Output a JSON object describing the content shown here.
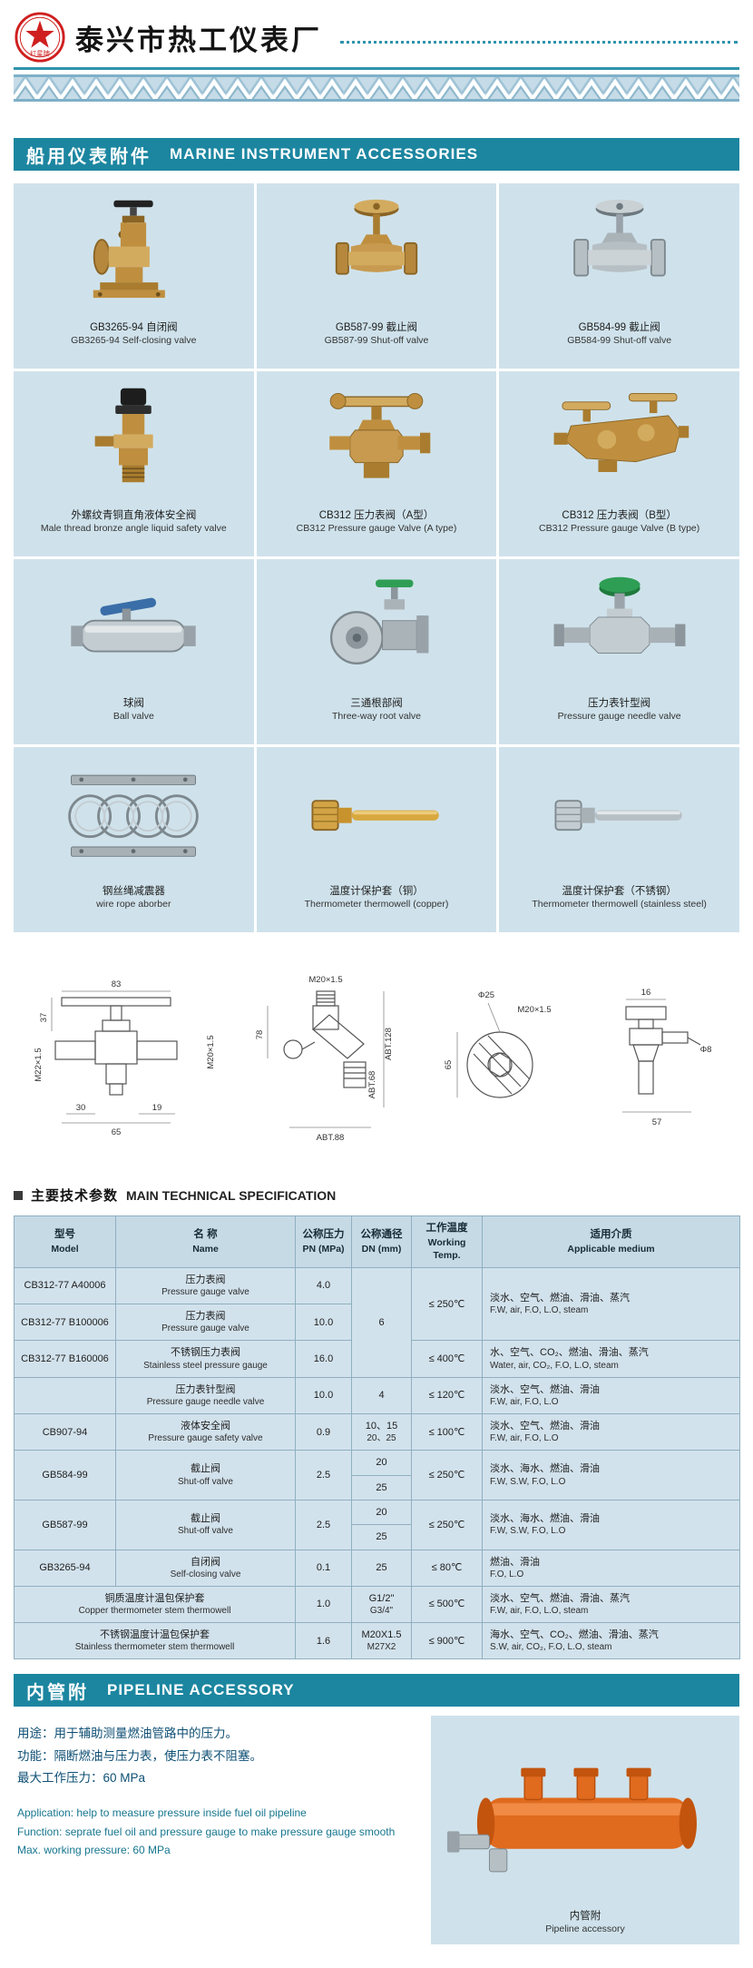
{
  "header": {
    "brand": "红星牌",
    "company": "泰兴市热工仪表厂"
  },
  "sections": {
    "marine": {
      "cn": "船用仪表附件",
      "en": "MARINE INSTRUMENT ACCESSORIES"
    },
    "spec": {
      "cn": "主要技术参数",
      "en": "MAIN TECHNICAL SPECIFICATION"
    },
    "pipeline": {
      "cn": "内管附",
      "en": "PIPELINE ACCESSORY"
    }
  },
  "colors": {
    "teal_bar": "#1c86a0",
    "panel_blue": "#cfe2eb",
    "logo_red": "#cf1f1f",
    "pipeline_orange": "#e06a1e"
  },
  "products": [
    {
      "icon": "self-closing-valve",
      "cn": "GB3265-94 自闭阀",
      "en": "GB3265-94 Self-closing valve"
    },
    {
      "icon": "shut-off-valve-brass",
      "cn": "GB587-99 截止阀",
      "en": "GB587-99 Shut-off valve"
    },
    {
      "icon": "shut-off-valve-steel",
      "cn": "GB584-99 截止阀",
      "en": "GB584-99 Shut-off valve"
    },
    {
      "icon": "angle-safety-valve",
      "cn": "外螺纹青铜直角液体安全阀",
      "en": "Male thread bronze angle liquid safety valve"
    },
    {
      "icon": "gauge-valve-a",
      "cn": "CB312 压力表阀（A型）",
      "en": "CB312 Pressure gauge Valve (A type)"
    },
    {
      "icon": "gauge-valve-b",
      "cn": "CB312 压力表阀（B型）",
      "en": "CB312 Pressure gauge Valve (B type)"
    },
    {
      "icon": "ball-valve",
      "cn": "球阀",
      "en": "Ball valve"
    },
    {
      "icon": "three-way-root-valve",
      "cn": "三通根部阀",
      "en": "Three-way root valve"
    },
    {
      "icon": "needle-valve",
      "cn": "压力表针型阀",
      "en": "Pressure gauge needle valve"
    },
    {
      "icon": "wire-rope-damper",
      "cn": "钢丝绳减震器",
      "en": "wire rope aborber"
    },
    {
      "icon": "thermowell-copper",
      "cn": "温度计保护套（铜）",
      "en": "Thermometer thermowell (copper)"
    },
    {
      "icon": "thermowell-steel",
      "cn": "温度计保护套（不锈钢）",
      "en": "Thermometer thermowell (stainless steel)"
    }
  ],
  "drawings": [
    {
      "labels": [
        "83",
        "37",
        "M22×1.5",
        "M20×1.5",
        "30",
        "65",
        "19"
      ]
    },
    {
      "labels": [
        "M20×1.5",
        "78",
        "ABT.128",
        "ABT.68",
        "ABT.88"
      ]
    },
    {
      "labels": [
        "Φ25",
        "M20×1.5",
        "65"
      ]
    },
    {
      "labels": [
        "16",
        "Φ8",
        "57"
      ]
    }
  ],
  "table": {
    "headers": [
      {
        "cn": "型号",
        "en": "Model"
      },
      {
        "cn": "名  称",
        "en": "Name"
      },
      {
        "cn": "公称压力",
        "en": "PN (MPa)"
      },
      {
        "cn": "公称通径",
        "en": "DN (mm)"
      },
      {
        "cn": "工作温度",
        "en": "Working Temp."
      },
      {
        "cn": "适用介质",
        "en": "Applicable medium"
      }
    ],
    "rows": [
      [
        {
          "t": [
            "CB312-77 A40006"
          ]
        },
        {
          "t": [
            "压力表阀",
            "Pressure gauge valve"
          ]
        },
        {
          "t": [
            "4.0"
          ]
        },
        {
          "t": [
            "6"
          ],
          "rs": 3
        },
        {
          "t": [
            "≤ 250℃"
          ],
          "rs": 2
        },
        {
          "t": [
            "淡水、空气、燃油、滑油、蒸汽",
            "F.W, air, F.O, L.O, steam"
          ],
          "rs": 2,
          "cls": "left"
        }
      ],
      [
        {
          "t": [
            "CB312-77 B100006"
          ]
        },
        {
          "t": [
            "压力表阀",
            "Pressure gauge valve"
          ]
        },
        {
          "t": [
            "10.0"
          ]
        }
      ],
      [
        {
          "t": [
            "CB312-77 B160006"
          ]
        },
        {
          "t": [
            "不锈钢压力表阀",
            "Stainless steel pressure gauge"
          ]
        },
        {
          "t": [
            "16.0"
          ]
        },
        {
          "t": [
            "≤ 400℃"
          ]
        },
        {
          "t": [
            "水、空气、CO₂、燃油、滑油、蒸汽",
            "Water, air, CO₂, F.O, L.O, steam"
          ],
          "cls": "left"
        }
      ],
      [
        {
          "t": [
            ""
          ]
        },
        {
          "t": [
            "压力表针型阀",
            "Pressure gauge needle valve"
          ]
        },
        {
          "t": [
            "10.0"
          ]
        },
        {
          "t": [
            "4"
          ]
        },
        {
          "t": [
            "≤ 120℃"
          ]
        },
        {
          "t": [
            "淡水、空气、燃油、滑油",
            "F.W, air, F.O, L.O"
          ],
          "cls": "left"
        }
      ],
      [
        {
          "t": [
            "CB907-94"
          ]
        },
        {
          "t": [
            "液体安全阀",
            "Pressure gauge safety valve"
          ]
        },
        {
          "t": [
            "0.9"
          ]
        },
        {
          "t": [
            "10、15",
            "20、25"
          ]
        },
        {
          "t": [
            "≤ 100℃"
          ]
        },
        {
          "t": [
            "淡水、空气、燃油、滑油",
            "F.W, air, F.O, L.O"
          ],
          "cls": "left"
        }
      ],
      [
        {
          "t": [
            "GB584-99"
          ],
          "rs": 2
        },
        {
          "t": [
            "截止阀",
            "Shut-off valve"
          ],
          "rs": 2
        },
        {
          "t": [
            "2.5"
          ],
          "rs": 2
        },
        {
          "t": [
            "20"
          ]
        },
        {
          "t": [
            "≤ 250℃"
          ],
          "rs": 2
        },
        {
          "t": [
            "淡水、海水、燃油、滑油",
            "F.W, S.W, F.O, L.O"
          ],
          "rs": 2,
          "cls": "left"
        }
      ],
      [
        {
          "t": [
            "25"
          ]
        }
      ],
      [
        {
          "t": [
            "GB587-99"
          ],
          "rs": 2
        },
        {
          "t": [
            "截止阀",
            "Shut-off valve"
          ],
          "rs": 2
        },
        {
          "t": [
            "2.5"
          ],
          "rs": 2
        },
        {
          "t": [
            "20"
          ]
        },
        {
          "t": [
            "≤ 250℃"
          ],
          "rs": 2
        },
        {
          "t": [
            "淡水、海水、燃油、滑油",
            "F.W, S.W, F.O, L.O"
          ],
          "rs": 2,
          "cls": "left"
        }
      ],
      [
        {
          "t": [
            "25"
          ]
        }
      ],
      [
        {
          "t": [
            "GB3265-94"
          ]
        },
        {
          "t": [
            "自闭阀",
            "Self-closing valve"
          ]
        },
        {
          "t": [
            "0.1"
          ]
        },
        {
          "t": [
            "25"
          ]
        },
        {
          "t": [
            "≤ 80℃"
          ]
        },
        {
          "t": [
            "燃油、滑油",
            "F.O, L.O"
          ],
          "cls": "left"
        }
      ],
      [
        {
          "t": [
            "铜质温度计温包保护套",
            "Copper thermometer stem thermowell"
          ],
          "cs": 2
        },
        {
          "t": [
            "1.0"
          ]
        },
        {
          "t": [
            "G1/2\"",
            "G3/4\""
          ]
        },
        {
          "t": [
            "≤ 500℃"
          ]
        },
        {
          "t": [
            "淡水、空气、燃油、滑油、蒸汽",
            "F.W, air, F.O, L.O, steam"
          ],
          "cls": "left"
        }
      ],
      [
        {
          "t": [
            "不锈钢温度计温包保护套",
            "Stainless thermometer stem thermowell"
          ],
          "cs": 2
        },
        {
          "t": [
            "1.6"
          ]
        },
        {
          "t": [
            "M20X1.5",
            "M27X2"
          ]
        },
        {
          "t": [
            "≤ 900℃"
          ]
        },
        {
          "t": [
            "海水、空气、CO₂、燃油、滑油、蒸汽",
            "S.W, air, CO₂, F.O, L.O, steam"
          ],
          "cls": "left"
        }
      ]
    ]
  },
  "pipeline": {
    "cn_lines": [
      "用途：用于辅助测量燃油管路中的压力。",
      "功能：隔断燃油与压力表，使压力表不阻塞。",
      "最大工作压力：60 MPa"
    ],
    "en_lines": [
      "Application: help to measure pressure inside fuel oil pipeline",
      "Function: seprate fuel oil and pressure gauge to make pressure gauge smooth",
      "Max. working pressure: 60 MPa"
    ],
    "caption_cn": "内管附",
    "caption_en": "Pipeline accessory"
  }
}
